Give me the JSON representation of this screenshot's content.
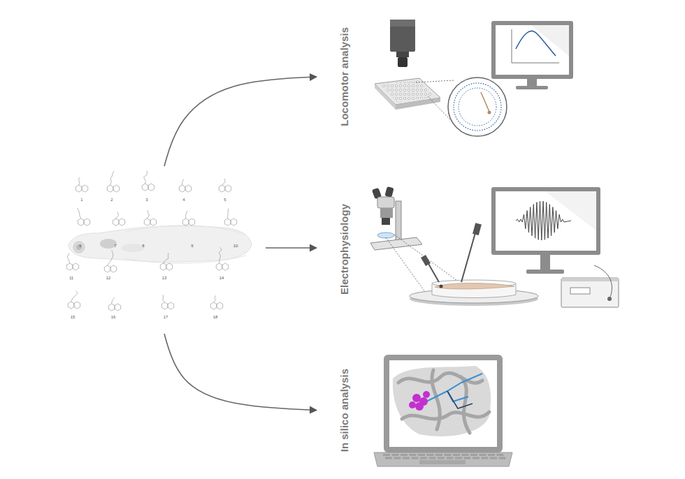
{
  "diagram": {
    "nodes": [
      {
        "text": [
          "1",
          "2",
          "3",
          "4",
          "5",
          "6",
          "7",
          "8",
          "9",
          "10",
          "11",
          "12",
          "13",
          "14",
          "15",
          "16",
          "17",
          "18"
        ]
      },
      {
        "text": [
          "Locomotor analysis"
        ]
      },
      {
        "text": [
          "Electrophysiology"
        ]
      },
      {
        "text": [
          "In silico analysis"
        ]
      }
    ],
    "edges": [
      {
        "from": 0,
        "to": 1,
        "arrow": "to"
      },
      {
        "from": 0,
        "to": 2,
        "arrow": "to"
      },
      {
        "from": 0,
        "to": 3,
        "arrow": "to"
      }
    ]
  }
}
